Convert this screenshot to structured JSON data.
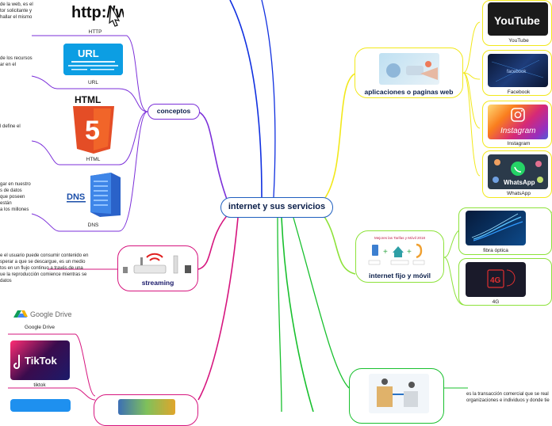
{
  "center": {
    "label": "internet y sus servicios"
  },
  "topics": {
    "conceptos": {
      "label": "conceptos"
    },
    "streaming": {
      "label": "streaming"
    },
    "aplicaciones": {
      "label": "aplicaciones o paginas web"
    },
    "internet_fijo": {
      "label": "internet  fijo y móvil"
    }
  },
  "conceptos": {
    "http": {
      "caption": "HTTP",
      "text": "de la web, es el\ntor solicitante y\nhallar el mismo",
      "image_text": "http://www"
    },
    "url": {
      "caption": "URL",
      "text": "de los recursos\nar en el",
      "image_text": "URL"
    },
    "html": {
      "caption": "HTML",
      "text": "l define el",
      "image_text": "HTML",
      "badge": "5"
    },
    "dns": {
      "caption": "DNS",
      "text": "gar en nuestro\ns de datos\nque poseen\nestán\na los millones",
      "image_text": "DNS"
    }
  },
  "streaming": {
    "text": "e el usuario puede consumir contenido en\nsperar a que se descargue, es un medio\ntos en un flujo continuo a través de una\nue la reproducción comience mientras se\ndatos"
  },
  "left_apps": [
    {
      "caption": "Google Drive",
      "image_text": "Google Drive"
    },
    {
      "caption": "tiktok",
      "image_text": "TikTok"
    }
  ],
  "apps": [
    {
      "caption": "YouTube",
      "image_text": "YouTube",
      "icon": "youtube-logo"
    },
    {
      "caption": "Facebook",
      "image_text": "facebook",
      "icon": "facebook-photo"
    },
    {
      "caption": "Instagram",
      "image_text": "Instagram",
      "icon": "instagram-logo"
    },
    {
      "caption": "WhatsApp",
      "image_text": "WhatsApp",
      "icon": "whatsapp-logo"
    }
  ],
  "internet_fijo": {
    "image_title": "Mejores las Tarifas y Móvil 2018",
    "children": [
      {
        "caption": "fibra óptica"
      },
      {
        "caption": "4G",
        "image_text": "4G"
      }
    ]
  },
  "bottom_right": {
    "text": "es la transacción comercial que se real\norganizaciones e individuos y donde tie"
  },
  "colors": {
    "center_border": "#1f5fbf",
    "conceptos": "#7b2fd9",
    "streaming": "#d6157e",
    "aplicaciones": "#f2e81a",
    "internet_fijo": "#8de23a",
    "bottom": "#19c02e",
    "blue_branch": "#1030e0"
  }
}
